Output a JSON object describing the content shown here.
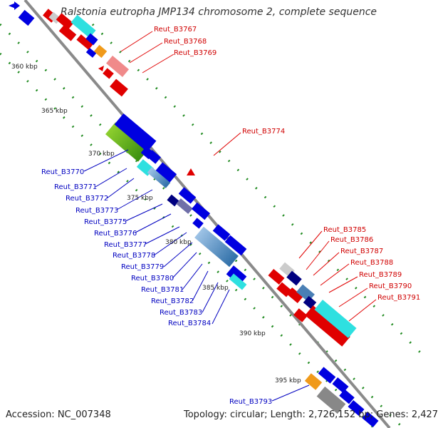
{
  "title": "Ralstonia eutropha JMP134 chromosome 2, complete sequence",
  "footer": {
    "accession": "Accession: NC_007348",
    "summary": "Topology: circular; Length: 2,726,152 bp; Genes: 2,427"
  },
  "ticks": [
    {
      "label": "360 kbp"
    },
    {
      "label": "365 kbp"
    },
    {
      "label": "370 kbp"
    },
    {
      "label": "375 kbp"
    },
    {
      "label": "380 kbp"
    },
    {
      "label": "385 kbp"
    },
    {
      "label": "390 kbp"
    },
    {
      "label": "395 kbp"
    }
  ],
  "labels_red": [
    "Reut_B3767",
    "Reut_B3768",
    "Reut_B3769",
    "Reut_B3774",
    "Reut_B3785",
    "Reut_B3786",
    "Reut_B3787",
    "Reut_B3788",
    "Reut_B3789",
    "Reut_B3790",
    "Reut_B3791"
  ],
  "labels_blue": [
    "Reut_B3770",
    "Reut_B3771",
    "Reut_B3772",
    "Reut_B3773",
    "Reut_B3775",
    "Reut_B3776",
    "Reut_B3777",
    "Reut_B3778",
    "Reut_B3779",
    "Reut_B3780",
    "Reut_B3781",
    "Reut_B3782",
    "Reut_B3783",
    "Reut_B3784",
    "Reut_B3793"
  ],
  "colors": {
    "forward_strand": "#e00000",
    "reverse_strand": "#0000e0",
    "backbone": "#8a8a8a",
    "dots": "#1f8a1f"
  }
}
